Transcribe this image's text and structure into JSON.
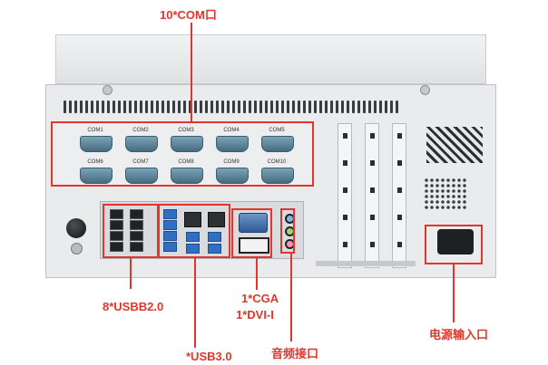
{
  "labels": {
    "com": "10*COM口",
    "usb2": "8*USBB2.0",
    "cga": "1*CGA",
    "dvi": "1*DVI-I",
    "usb3": "*USB3.0",
    "audio": "音频接口",
    "power": "电源输入口"
  },
  "com_ports": [
    "COM1",
    "COM2",
    "COM3",
    "COM4",
    "COM5",
    "COM6",
    "COM7",
    "COM8",
    "COM9",
    "COM10"
  ],
  "colors": {
    "accent": "#e2362d",
    "usb3": "#2f6fc3",
    "serial": "#5d879c"
  }
}
